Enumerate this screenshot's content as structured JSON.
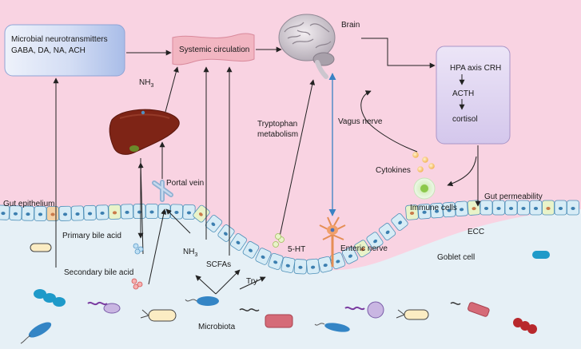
{
  "colors": {
    "top_background": "#f9d3e2",
    "lumen_background": "#e6f0f6",
    "neurotransmitter_box": "#c9d6f2",
    "circulation_box": "#f2b6c2",
    "hpa_box": "#ddd2ef",
    "liver": "#7e2416",
    "enteric_nerve": "#f1a06b",
    "vagus_line": "#3a82c4",
    "cell_fill": "#d7ecf6",
    "cell_border": "#4d8fb8"
  },
  "labels": {
    "microbial_nt_line1": "Microbial neurotransmitters",
    "microbial_nt_line2": "GABA, DA, NA, ACH",
    "systemic_circulation": "Systemic circulation",
    "brain": "Brain",
    "hpa_axis": "HPA  axis CRH",
    "acth": "ACTH",
    "cortisol": "cortisol",
    "nh3_top": "NH",
    "nh3_top_sub": "3",
    "tryptophan_line1": "Tryptophan",
    "tryptophan_line2": "metabolism",
    "vagus_nerve": "Vagus nerve",
    "cytokines": "Cytokines",
    "immune_cells": "Immune cells",
    "gut_permeability": "Gut permeability",
    "portal_vein": "Portal vein",
    "gut_epithelium": "Gut epithelium",
    "primary_bile_acid": "Primary bile acid",
    "secondary_bile_acid": "Secondary bile acid",
    "nh3_bottom": "NH",
    "nh3_bottom_sub": "3",
    "scfas": "SCFAs",
    "five_ht": "5-HT",
    "enteric_nerve": "Enteric nerve",
    "ecc": "ECC",
    "goblet_cell": "Goblet cell",
    "try": "Try",
    "microbiota": "Microbiota"
  }
}
